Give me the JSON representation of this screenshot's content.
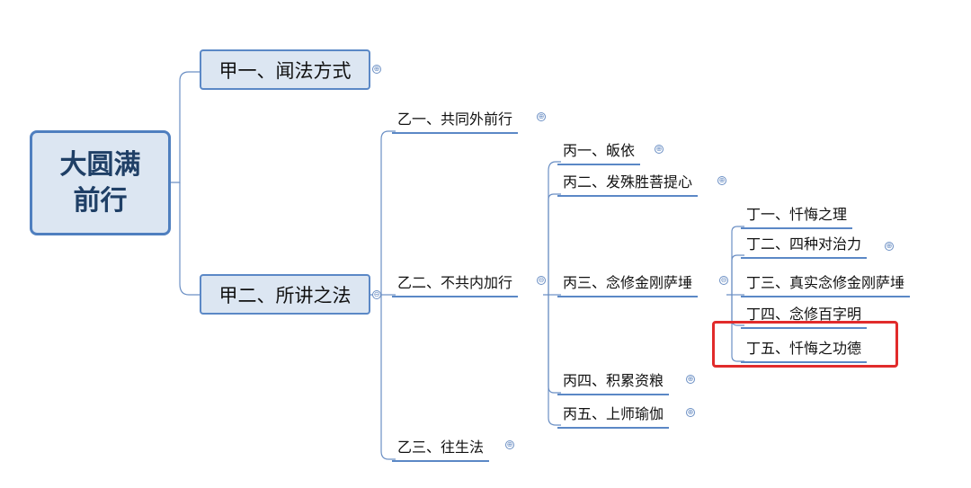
{
  "root": {
    "label": "大圆满\n前行"
  },
  "jia": [
    {
      "label": "甲一、闻法方式",
      "toggle": "⊕"
    },
    {
      "label": "甲二、所讲之法",
      "toggle": "⊖"
    }
  ],
  "yi": [
    {
      "label": "乙一、共同外前行",
      "toggle": "⊕"
    },
    {
      "label": "乙二、不共内加行",
      "toggle": "⊖"
    },
    {
      "label": "乙三、往生法",
      "toggle": "⊕"
    }
  ],
  "bing": [
    {
      "label": "丙一、皈依",
      "toggle": "⊕"
    },
    {
      "label": "丙二、发殊胜菩提心",
      "toggle": "⊕"
    },
    {
      "label": "丙三、念修金刚萨埵",
      "toggle": "⊖"
    },
    {
      "label": "丙四、积累资粮",
      "toggle": "⊕"
    },
    {
      "label": "丙五、上师瑜伽",
      "toggle": "⊕"
    }
  ],
  "ding": [
    {
      "label": "丁一、忏悔之理"
    },
    {
      "label": "丁二、四种对治力",
      "toggle": "⊕"
    },
    {
      "label": "丁三、真实念修金刚萨埵"
    },
    {
      "label": "丁四、念修百字明"
    },
    {
      "label": "丁五、忏悔之功德"
    }
  ],
  "colors": {
    "line": "#5b88c6",
    "highlight": "#e12b2b",
    "node_fill": "#dce6f2"
  }
}
